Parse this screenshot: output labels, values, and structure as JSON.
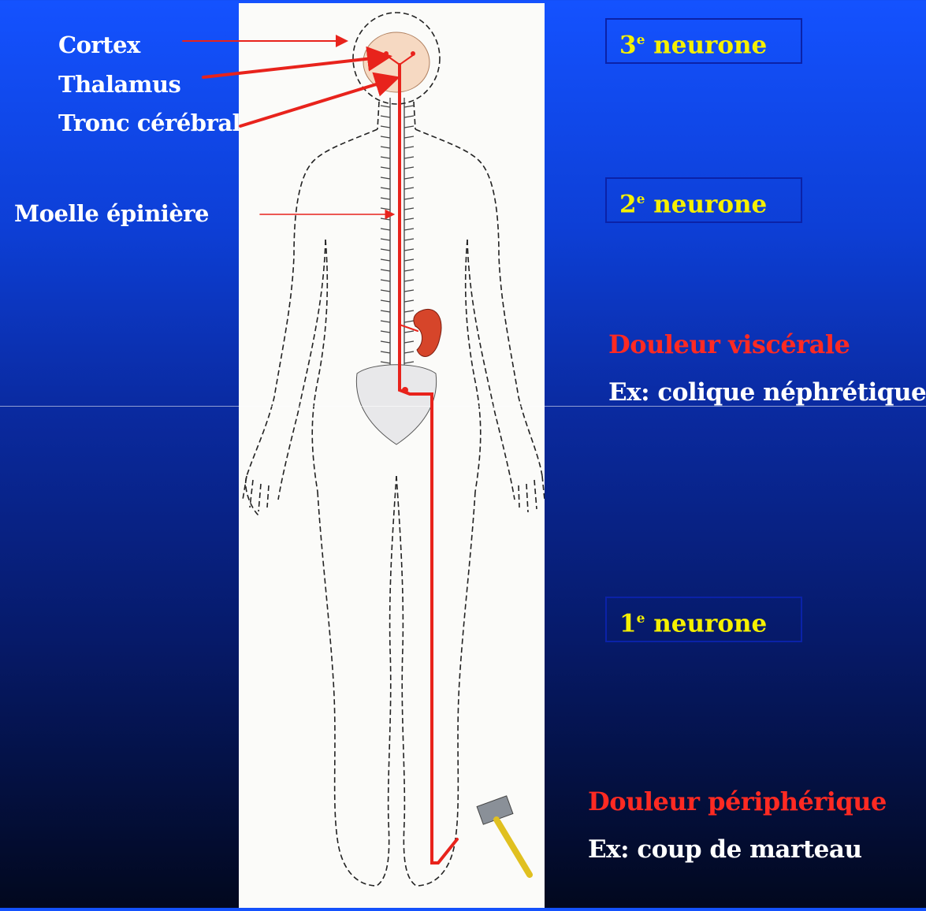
{
  "labels": {
    "cortex": "Cortex",
    "thalamus": "Thalamus",
    "tronc": "Tronc cérébral",
    "moelle": "Moelle épinière"
  },
  "neurons": {
    "third": {
      "num": "3",
      "sup": "e",
      "text": "neurone"
    },
    "second": {
      "num": "2",
      "sup": "e",
      "text": "neurone"
    },
    "first": {
      "num": "1",
      "sup": "e",
      "text": "neurone"
    }
  },
  "visceral": {
    "title": "Douleur viscérale",
    "example": "Ex: colique néphrétique"
  },
  "peripheral": {
    "title": "Douleur périphérique",
    "example": "Ex: coup de marteau"
  },
  "colors": {
    "background_top": "#1452ff",
    "background_bottom": "#02081e",
    "neuron_text": "#f5f000",
    "pain_title": "#ff2a22",
    "pathway": "#e8231c"
  }
}
